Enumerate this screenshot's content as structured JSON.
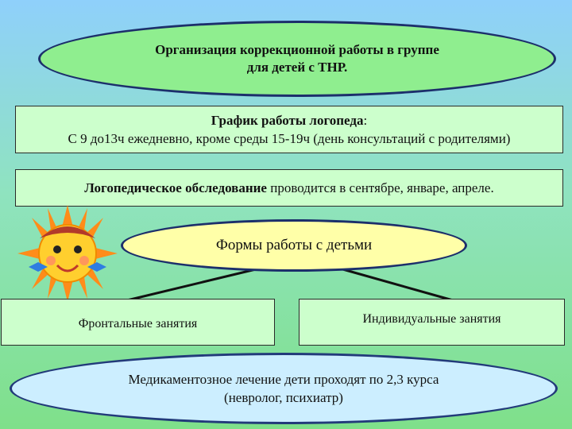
{
  "title": {
    "line1": "Организация коррекционной работы в группе",
    "line2": "для детей с ТНР."
  },
  "schedule": {
    "heading": "График работы логопеда",
    "heading_suffix": ":",
    "detail": "С 9 до13ч ежедневно, кроме среды 15-19ч (день консультаций с родителями)"
  },
  "exam": {
    "bold": "Логопедическое обследование",
    "rest": " проводится в сентябре, январе, апреле."
  },
  "forms": {
    "label": "Формы работы с детьми"
  },
  "frontal": {
    "label": "Фронтальные занятия"
  },
  "individual": {
    "label": "Индивидуальные занятия"
  },
  "medication": {
    "line1": "Медикаментозное лечение дети проходят по 2,3 курса",
    "line2": "(невролог, психиатр)"
  },
  "colors": {
    "title_fill": "#8fee8f",
    "box_fill": "#ccffcc",
    "forms_fill": "#ffffa8",
    "med_fill": "#cceeff",
    "outline": "#1c2f6b"
  },
  "icons": {
    "decoration": "sun-girl-icon"
  }
}
